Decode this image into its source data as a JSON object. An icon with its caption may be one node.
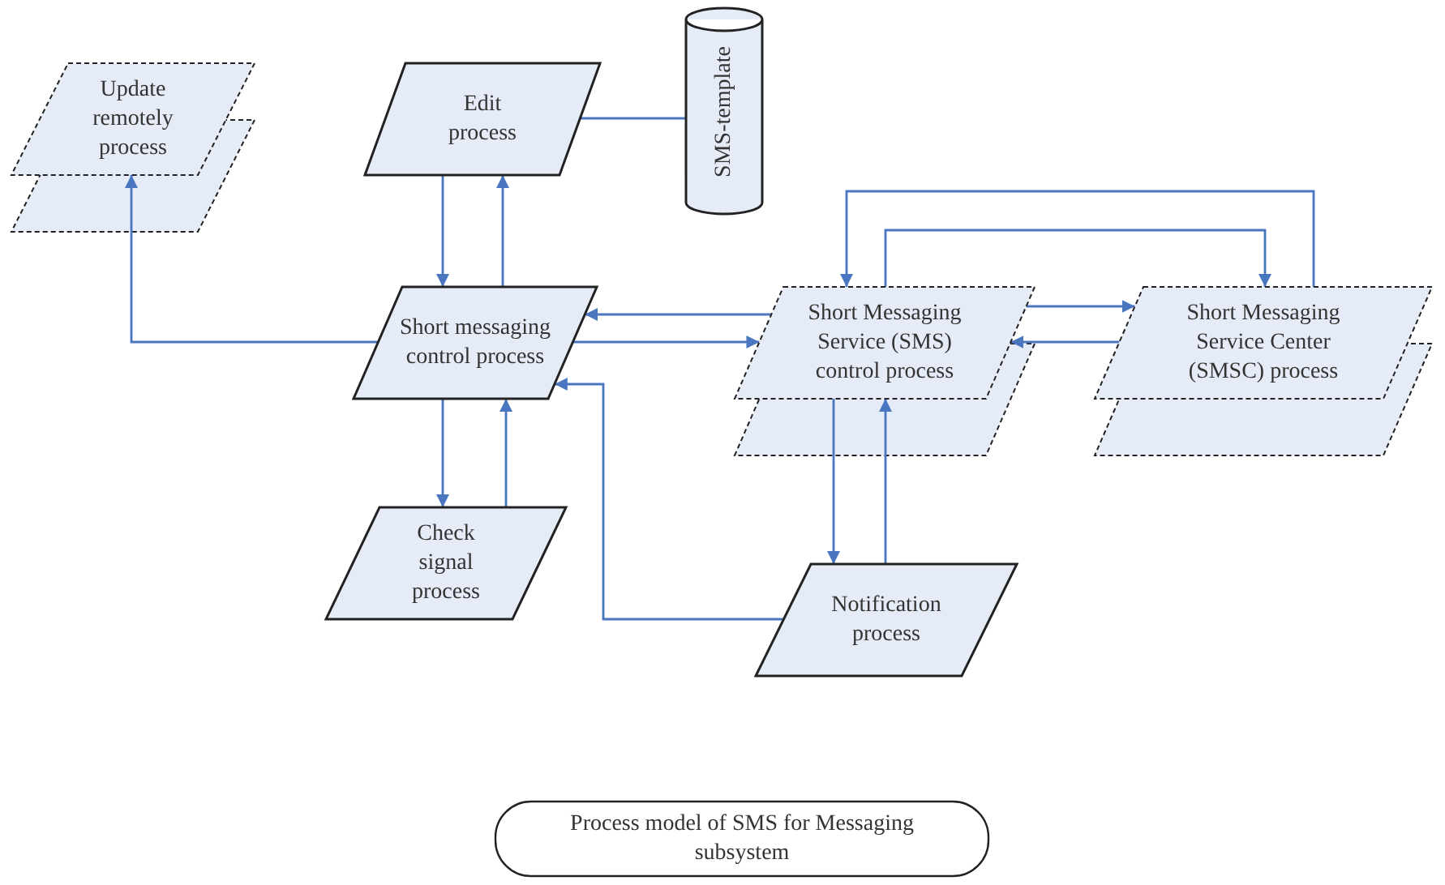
{
  "diagram": {
    "nodes": [
      {
        "text": [
          "Update remotely process"
        ]
      },
      {
        "text": [
          "Edit process"
        ]
      },
      {
        "text": [
          "SMS-template"
        ]
      },
      {
        "text": [
          "Short messaging control process"
        ]
      },
      {
        "text": [
          "Short Messaging Service (SMS) control process"
        ]
      },
      {
        "text": [
          "Short Messaging Service Center (SMSC) process"
        ]
      },
      {
        "text": [
          "Check signal process"
        ]
      },
      {
        "text": [
          "Notification process"
        ]
      },
      {
        "text": [
          "Process model of SMS for Messaging subsystem"
        ]
      }
    ],
    "edges": [
      {
        "from": 3,
        "to": 0,
        "arrow": "to"
      },
      {
        "from": 1,
        "to": 3,
        "arrow": "to"
      },
      {
        "from": 3,
        "to": 1,
        "arrow": "to"
      },
      {
        "from": 1,
        "to": 2,
        "arrow": "none"
      },
      {
        "from": 4,
        "to": 3,
        "arrow": "to"
      },
      {
        "from": 3,
        "to": 4,
        "arrow": "to"
      },
      {
        "from": 4,
        "to": 5,
        "arrow": "to"
      },
      {
        "from": 5,
        "to": 4,
        "arrow": "to"
      },
      {
        "from": 5,
        "to": 4,
        "arrow": "to"
      },
      {
        "from": 4,
        "to": 5,
        "arrow": "to"
      },
      {
        "from": 4,
        "to": 7,
        "arrow": "to"
      },
      {
        "from": 7,
        "to": 4,
        "arrow": "to"
      },
      {
        "from": 3,
        "to": 6,
        "arrow": "to"
      },
      {
        "from": 6,
        "to": 3,
        "arrow": "to"
      },
      {
        "from": 7,
        "to": 3,
        "arrow": "to"
      }
    ]
  }
}
